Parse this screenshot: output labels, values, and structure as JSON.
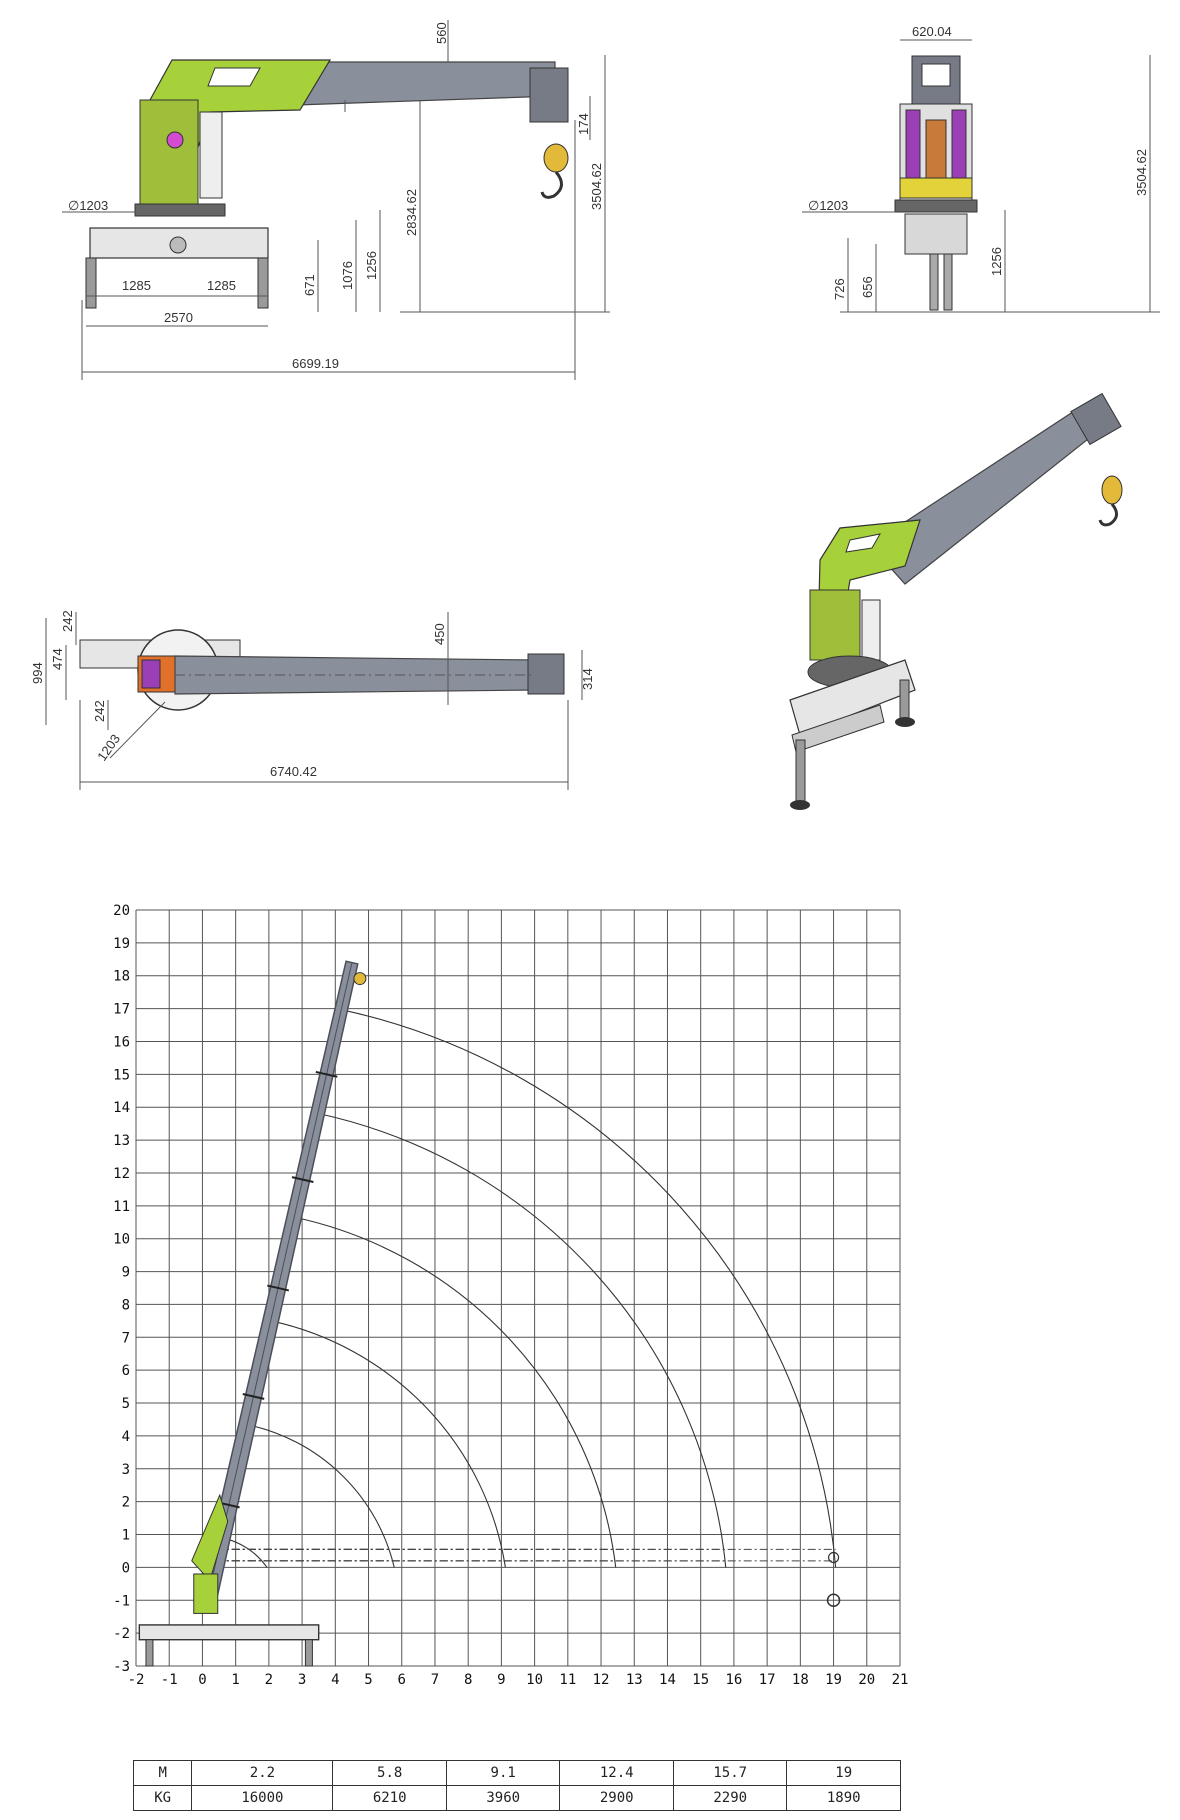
{
  "drawings": {
    "side_view": {
      "dim_slew_dia": "∅1203",
      "dim_half_left": "1285",
      "dim_half_right": "1285",
      "dim_outrigger_span": "2570",
      "dim_671": "671",
      "dim_1076": "1076",
      "dim_1256": "1256",
      "dim_2834": "2834.62",
      "dim_3504": "3504.62",
      "dim_560": "560",
      "dim_174": "174",
      "dim_total_length": "6699.19"
    },
    "end_view": {
      "dim_width": "620.04",
      "dim_slew_dia": "∅1203",
      "dim_726": "726",
      "dim_656": "656",
      "dim_1256": "1256",
      "dim_3504": "3504.62"
    },
    "top_view": {
      "dim_994": "994",
      "dim_474": "474",
      "dim_242a": "242",
      "dim_242b": "242",
      "dim_1203": "1203",
      "dim_450": "450",
      "dim_314": "314",
      "dim_total_length": "6740.42"
    }
  },
  "chart_data": {
    "type": "diagram-grid",
    "x_ticks": [
      "-2",
      "-1",
      "0",
      "1",
      "2",
      "3",
      "4",
      "5",
      "6",
      "7",
      "8",
      "9",
      "10",
      "11",
      "12",
      "13",
      "14",
      "15",
      "16",
      "17",
      "18",
      "19",
      "20",
      "21"
    ],
    "y_ticks": [
      "20",
      "19",
      "18",
      "17",
      "16",
      "15",
      "14",
      "13",
      "12",
      "11",
      "10",
      "9",
      "8",
      "7",
      "6",
      "5",
      "4",
      "3",
      "2",
      "1",
      "0",
      "-1",
      "-2",
      "-3"
    ],
    "xlim": [
      -2,
      21
    ],
    "ylim": [
      -3,
      20
    ],
    "boom_base": [
      0.1,
      -1.2
    ],
    "boom_tip": [
      4.5,
      18.4
    ],
    "boom_sections_y": [
      1.9,
      5.2,
      8.5,
      11.8,
      15.0
    ],
    "arcs": [
      {
        "radius": 2.2,
        "end_y": 0
      },
      {
        "radius": 5.8,
        "end_y": 0
      },
      {
        "radius": 9.1,
        "end_y": 0
      },
      {
        "radius": 12.4,
        "end_y": 0
      },
      {
        "radius": 15.7,
        "end_y": 0
      },
      {
        "radius": 19.0,
        "end_y": 0
      }
    ],
    "load_table": {
      "row_labels": [
        "M",
        "KG"
      ],
      "radius_m": [
        "2.2",
        "5.8",
        "9.1",
        "12.4",
        "15.7",
        "19"
      ],
      "load_kg": [
        "16000",
        "6210",
        "3960",
        "2900",
        "2290",
        "1890"
      ]
    },
    "colors": {
      "boom": "#8a8f9c",
      "boom_dark": "#4b4f5a",
      "lime": "#a6d13a",
      "grid": "#555555",
      "arc": "#333333"
    }
  }
}
